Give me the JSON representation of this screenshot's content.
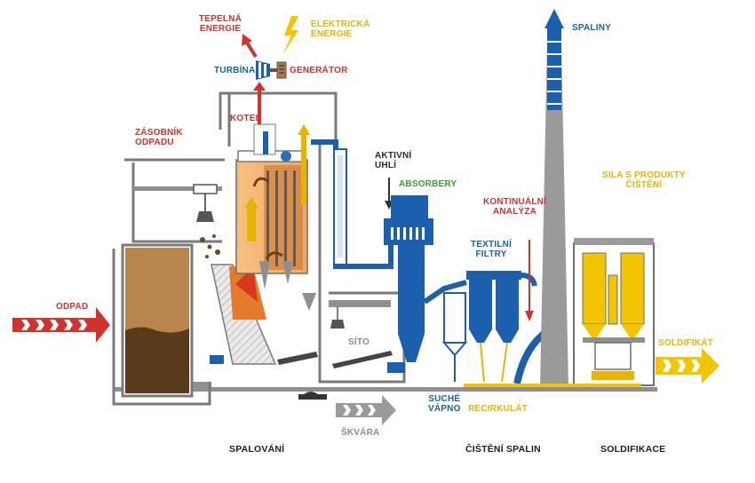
{
  "labels": {
    "heat_energy": [
      "TEPELNÁ",
      "ENERGIE"
    ],
    "electric_energy": [
      "ELEKTRICKÁ",
      "ENERGIE"
    ],
    "turbine": "TURBÍNA",
    "generator": "GENERÁTOR",
    "waste_bunker": [
      "ZÁSOBNÍK",
      "ODPADU"
    ],
    "boiler": "KOTEL",
    "activated_carbon": [
      "AKTIVNÍ",
      "UHLÍ"
    ],
    "absorbers": "ABSORBERY",
    "continuous_analysis": [
      "KONTINUÁLNÍ",
      "ANALÝZA"
    ],
    "textile_filters": [
      "TEXTILNÍ",
      "FILTRY"
    ],
    "flue_gas": "SPALINY",
    "product_silos": [
      "SILA S PRODUKTY",
      "ČIŠTĚNÍ"
    ],
    "waste_in": "ODPAD",
    "sieve": "SÍTO",
    "slag": "ŠKVÁRA",
    "dry_lime": [
      "SUCHÉ",
      "VÁPNO"
    ],
    "recirculate": "RECIRKULÁT",
    "solidificate": "SOLDIFIKÁT"
  },
  "sections": {
    "combustion": "SPALOVÁNÍ",
    "flue_gas_cleaning": "ČIŠTĚNÍ SPALIN",
    "solidification": "SOLDIFIKACE"
  },
  "colors": {
    "red": "#d2322d",
    "yellow": "#f2c500",
    "blue": "#1b5fae",
    "green": "#3f9b35",
    "grey": "#8a8a8a",
    "stack": "#9a9a9a",
    "bunker_fill": "#b8864a"
  }
}
